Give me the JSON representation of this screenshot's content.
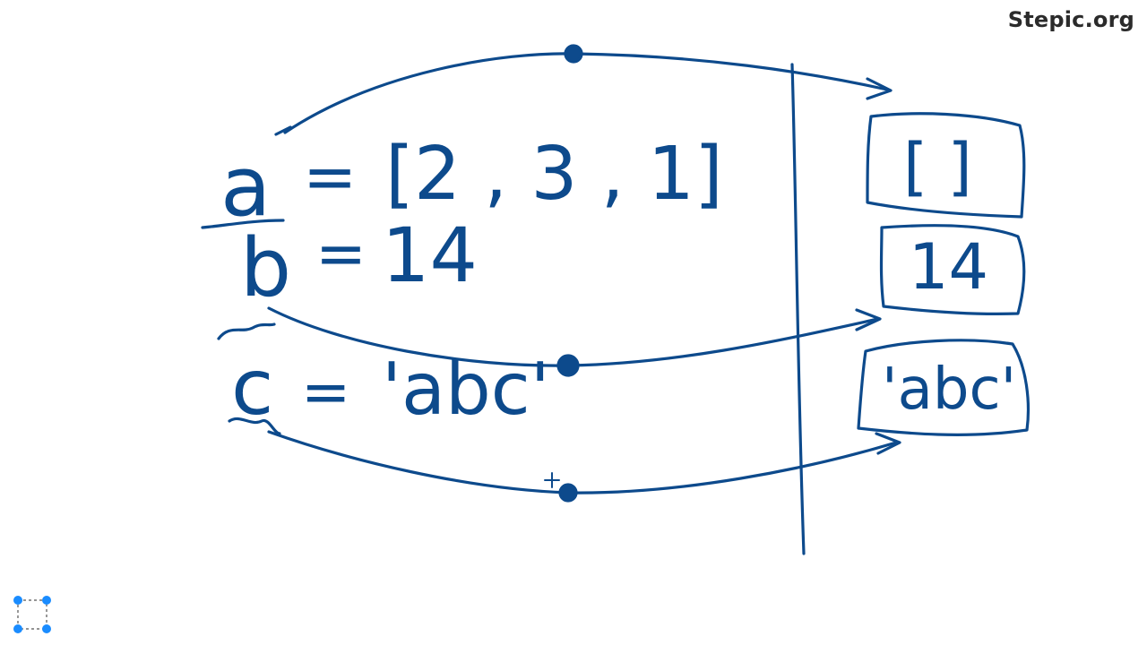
{
  "brand": {
    "label": "Stepic.org"
  },
  "colors": {
    "ink": "#0d4a8c",
    "brand_text": "#2b2b2b",
    "tool_handle": "#1a8cff"
  },
  "board": {
    "stmt_a": {
      "name": "a",
      "eq": "=",
      "value": "[2 , 3 , 1]"
    },
    "stmt_b": {
      "name": "b",
      "eq": "=",
      "value": "14"
    },
    "stmt_c": {
      "name": "c",
      "eq": "=",
      "value": "'abc'"
    },
    "memory": [
      {
        "value": "[ ]"
      },
      {
        "value": "14"
      },
      {
        "value": "'abc'"
      }
    ]
  },
  "tools": {
    "select_icon": "selection-handles-icon"
  }
}
